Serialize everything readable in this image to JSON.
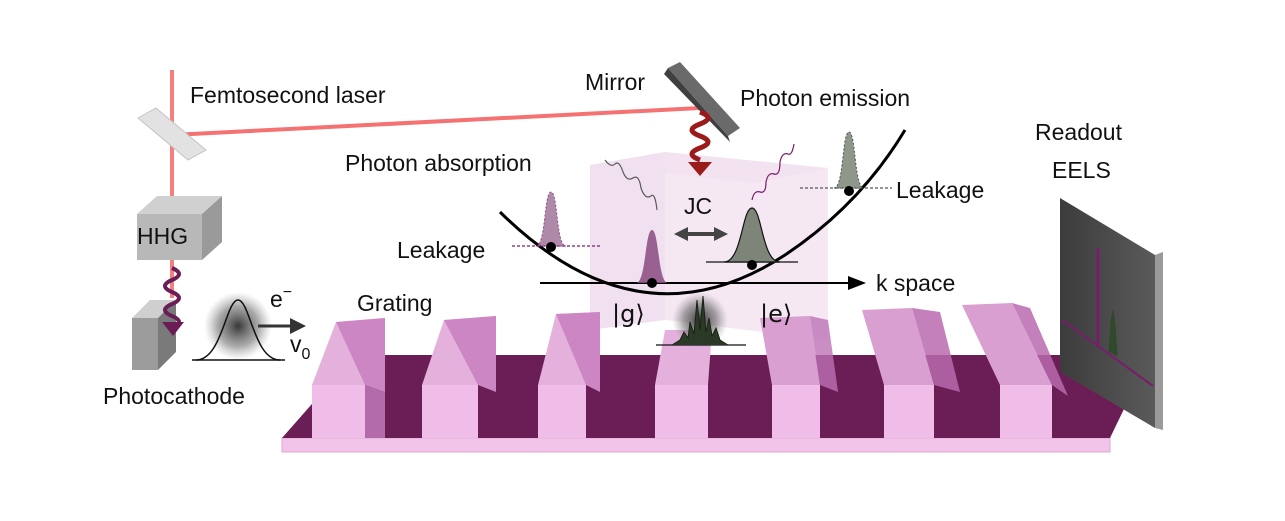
{
  "labels": {
    "femtosecond_laser": "Femtosecond laser",
    "mirror": "Mirror",
    "photon_emission": "Photon emission",
    "photon_absorption": "Photon absorption",
    "readout": "Readout",
    "eels": "EELS",
    "hhg": "HHG",
    "leakage_left": "Leakage",
    "leakage_right": "Leakage",
    "jc": "JC",
    "k_space": "k space",
    "electron": "e",
    "electron_sup": "−",
    "velocity": "v",
    "velocity_sub": "0",
    "grating": "Grating",
    "ground_state": "|g⟩",
    "excited_state": "|e⟩",
    "photocathode": "Photocathode"
  },
  "colors": {
    "laser_beam": "#f47272",
    "photon_arrow": "#9b1b1b",
    "grating_top": "#cc86c4",
    "grating_front": "#f0bde8",
    "grating_trench": "#6b1d55",
    "grating_base": "#f2c4ea",
    "cavity": "#ead0e6",
    "ground_packet": "#8a4a80",
    "excited_packet": "#6e7a6a",
    "screen": "#4a4a4a",
    "eels_line": "#7a1c6e"
  }
}
